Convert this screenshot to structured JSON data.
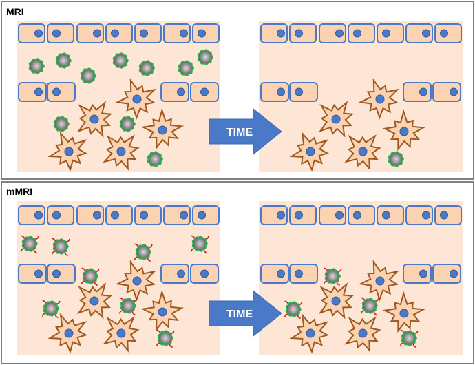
{
  "panels": [
    {
      "label": "MRI",
      "arrow_label": "TIME",
      "ligands": false
    },
    {
      "label": "mMRI",
      "arrow_label": "TIME",
      "ligands": true
    }
  ],
  "colors": {
    "tissue": "#fde6d6",
    "cell_fill": "#fbd3b3",
    "cell_border": "#4a7ac7",
    "nucleus": "#4a7ac7",
    "macrophage": "#9e5a1e",
    "particle_ring": "#2bb24c",
    "ligand": "#d8161d",
    "arrow": "#4a7ac7",
    "frame": "#7f7f7f"
  }
}
